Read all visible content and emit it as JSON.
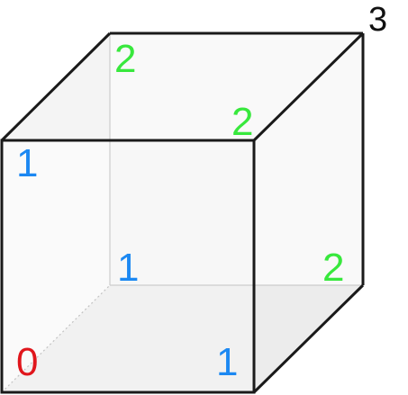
{
  "diagram": {
    "vertices": [
      {
        "id": "front-bottom-left",
        "label": "0"
      },
      {
        "id": "front-bottom-right",
        "label": "1"
      },
      {
        "id": "back-bottom-left",
        "label": "1"
      },
      {
        "id": "front-top-left",
        "label": "1"
      },
      {
        "id": "back-bottom-right",
        "label": "2"
      },
      {
        "id": "back-top-left",
        "label": "2"
      },
      {
        "id": "front-top-right",
        "label": "2"
      },
      {
        "id": "back-top-right",
        "label": "3"
      }
    ],
    "colors": {
      "0": "#e0161c",
      "1": "#1c88f2",
      "2": "#38e83d",
      "3": "#111111",
      "edge": "#1a1a1a",
      "hidden_edge": "#cfcfcf",
      "face_fill": "#f2f2f2"
    }
  }
}
